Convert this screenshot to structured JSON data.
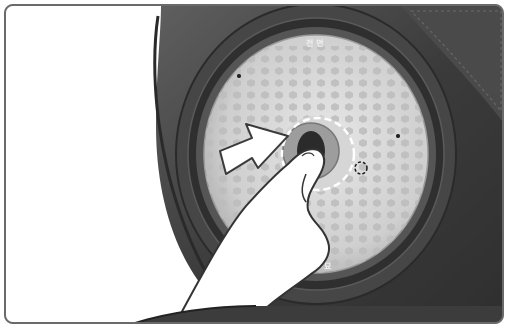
{
  "illustration": {
    "top_label": "전 면",
    "bottom_label": "묘",
    "colors": {
      "outline": "#6a6a6a",
      "lid_dark": "#3a3a3a",
      "lid_mid": "#545454",
      "plate_light": "#d9d9d9",
      "plate_shadow": "#a9a9a9",
      "arrow_fill": "#ffffff",
      "hand_fill": "#ffffff"
    },
    "icons": [
      "hexagon-perforation-pattern",
      "pointing-arrow",
      "hand-pressing"
    ]
  }
}
